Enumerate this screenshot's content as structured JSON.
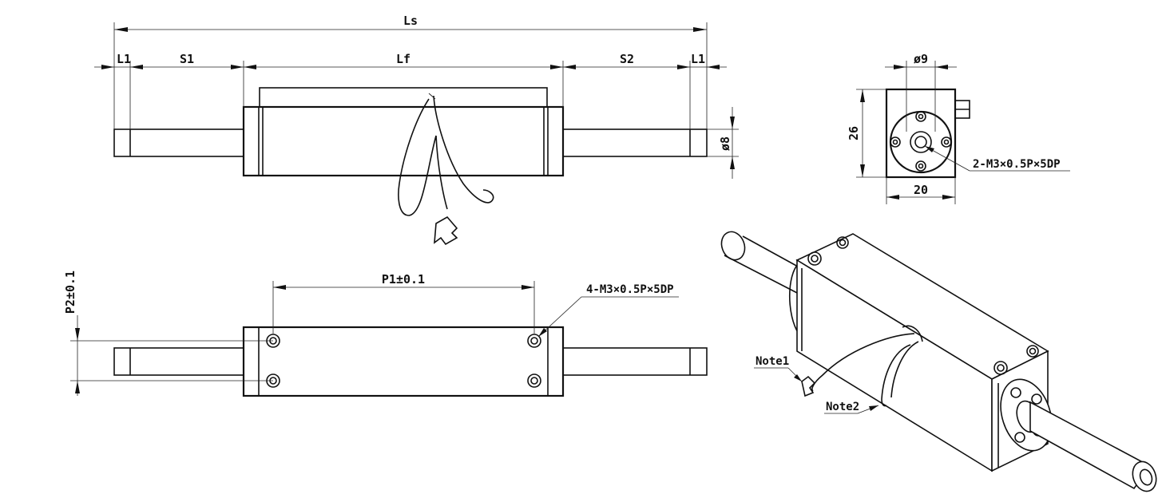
{
  "labels": {
    "ls": "Ls",
    "l1_left": "L1",
    "s1": "S1",
    "lf": "Lf",
    "s2": "S2",
    "l1_right": "L1",
    "d8": "ø8",
    "d9": "ø9",
    "h26": "26",
    "w20": "20",
    "thread_end": "2-M3×0.5P×5DP",
    "p1": "P1±0.1",
    "p2": "P2±0.1",
    "thread_top": "4-M3×0.5P×5DP",
    "note1": "Note1",
    "note2": "Note2"
  }
}
